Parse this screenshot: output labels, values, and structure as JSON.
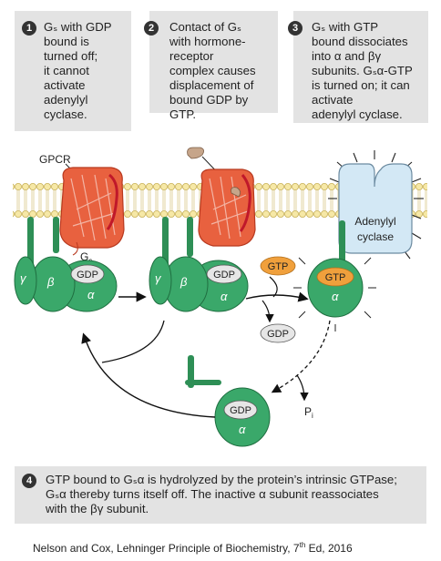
{
  "steps": [
    {
      "num": "1",
      "lines": [
        "Gₛ with GDP",
        "bound is",
        "turned off;",
        "it cannot",
        "activate",
        "adenylyl",
        "cyclase."
      ]
    },
    {
      "num": "2",
      "lines": [
        "Contact of Gₛ",
        "with hormone-",
        "receptor",
        "complex causes",
        "displacement of",
        "bound GDP by",
        "GTP."
      ]
    },
    {
      "num": "3",
      "lines": [
        "Gₛ with GTP",
        "bound dissociates",
        "into α and βγ",
        "subunits. Gₛα-GTP",
        "is turned on; it can",
        "activate",
        "adenylyl cyclase."
      ]
    },
    {
      "num": "4",
      "lines": [
        "GTP bound to Gₛα is hydrolyzed by the protein’s intrinsic GTPase;",
        "Gₛα thereby turns itself off. The inactive α subunit reassociates",
        "with the βγ subunit."
      ]
    }
  ],
  "labels": {
    "gpcr": "GPCR",
    "gs": "G",
    "gs_sub": "s",
    "gdp": "GDP",
    "gtp": "GTP",
    "gamma": "γ",
    "beta": "β",
    "alpha": "α",
    "adenylyl": "Adenylyl",
    "cyclase": "cyclase",
    "pi": "P",
    "pi_sub": "i"
  },
  "credit": {
    "text": "Nelson and Cox, Lehninger Principle of Biochemistry, 7",
    "sup": "th",
    "tail": " Ed, 2016"
  },
  "colors": {
    "box_bg": "#e3e3e3",
    "protein_green": "#3aa86a",
    "gpcr_red": "#e8553a",
    "gtp_orange": "#f0a03c",
    "adenylyl_blue": "#cfe6f4",
    "membrane_yellow": "#f4e6a8"
  }
}
